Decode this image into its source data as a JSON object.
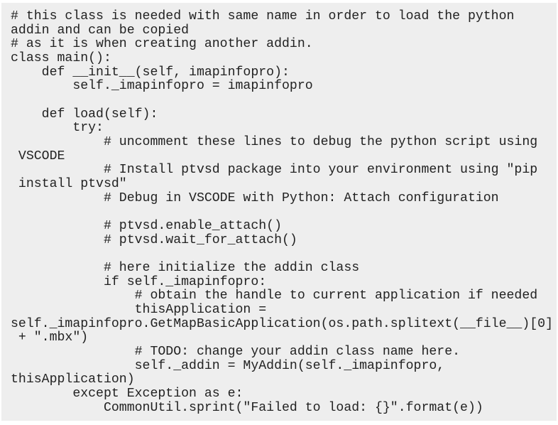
{
  "code": {
    "lines": [
      "# this class is needed with same name in order to load the python",
      "addin and can be copied",
      "# as it is when creating another addin.",
      "class main():",
      "    def __init__(self, imapinfopro):",
      "        self._imapinfopro = imapinfopro",
      "",
      "    def load(self):",
      "        try:",
      "            # uncomment these lines to debug the python script using",
      " VSCODE",
      "            # Install ptvsd package into your environment using \"pip",
      " install ptvsd\"",
      "            # Debug in VSCODE with Python: Attach configuration",
      "",
      "            # ptvsd.enable_attach()",
      "            # ptvsd.wait_for_attach()",
      "",
      "            # here initialize the addin class",
      "            if self._imapinfopro:",
      "                # obtain the handle to current application if needed",
      "                thisApplication =",
      "self._imapinfopro.GetMapBasicApplication(os.path.splitext(__file__)[0]",
      " + \".mbx\")",
      "                # TODO: change your addin class name here.",
      "                self._addin = MyAddin(self._imapinfopro,",
      "thisApplication)",
      "        except Exception as e:",
      "            CommonUtil.sprint(\"Failed to load: {}\".format(e))"
    ]
  }
}
